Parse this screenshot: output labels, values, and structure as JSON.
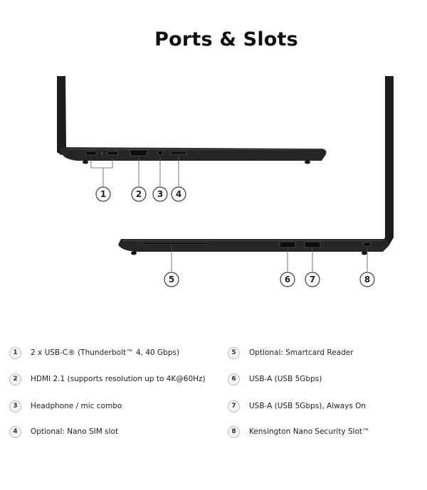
{
  "title": "Ports & Slots",
  "callouts": [
    "1",
    "2",
    "3",
    "4",
    "5",
    "6",
    "7",
    "8"
  ],
  "legend": [
    {
      "num": "1",
      "text": "2 x USB-C® (Thunderbolt™ 4, 40 Gbps)"
    },
    {
      "num": "2",
      "text": "HDMI 2.1 (supports resolution up to 4K@60Hz)"
    },
    {
      "num": "3",
      "text": "Headphone / mic combo"
    },
    {
      "num": "4",
      "text": "Optional: Nano SIM slot"
    },
    {
      "num": "5",
      "text": "Optional: Smartcard Reader"
    },
    {
      "num": "6",
      "text": "USB-A (USB 5Gbps)"
    },
    {
      "num": "7",
      "text": "USB-A (USB 5Gbps), Always On"
    },
    {
      "num": "8",
      "text": "Kensington Nano Security Slot™"
    }
  ]
}
